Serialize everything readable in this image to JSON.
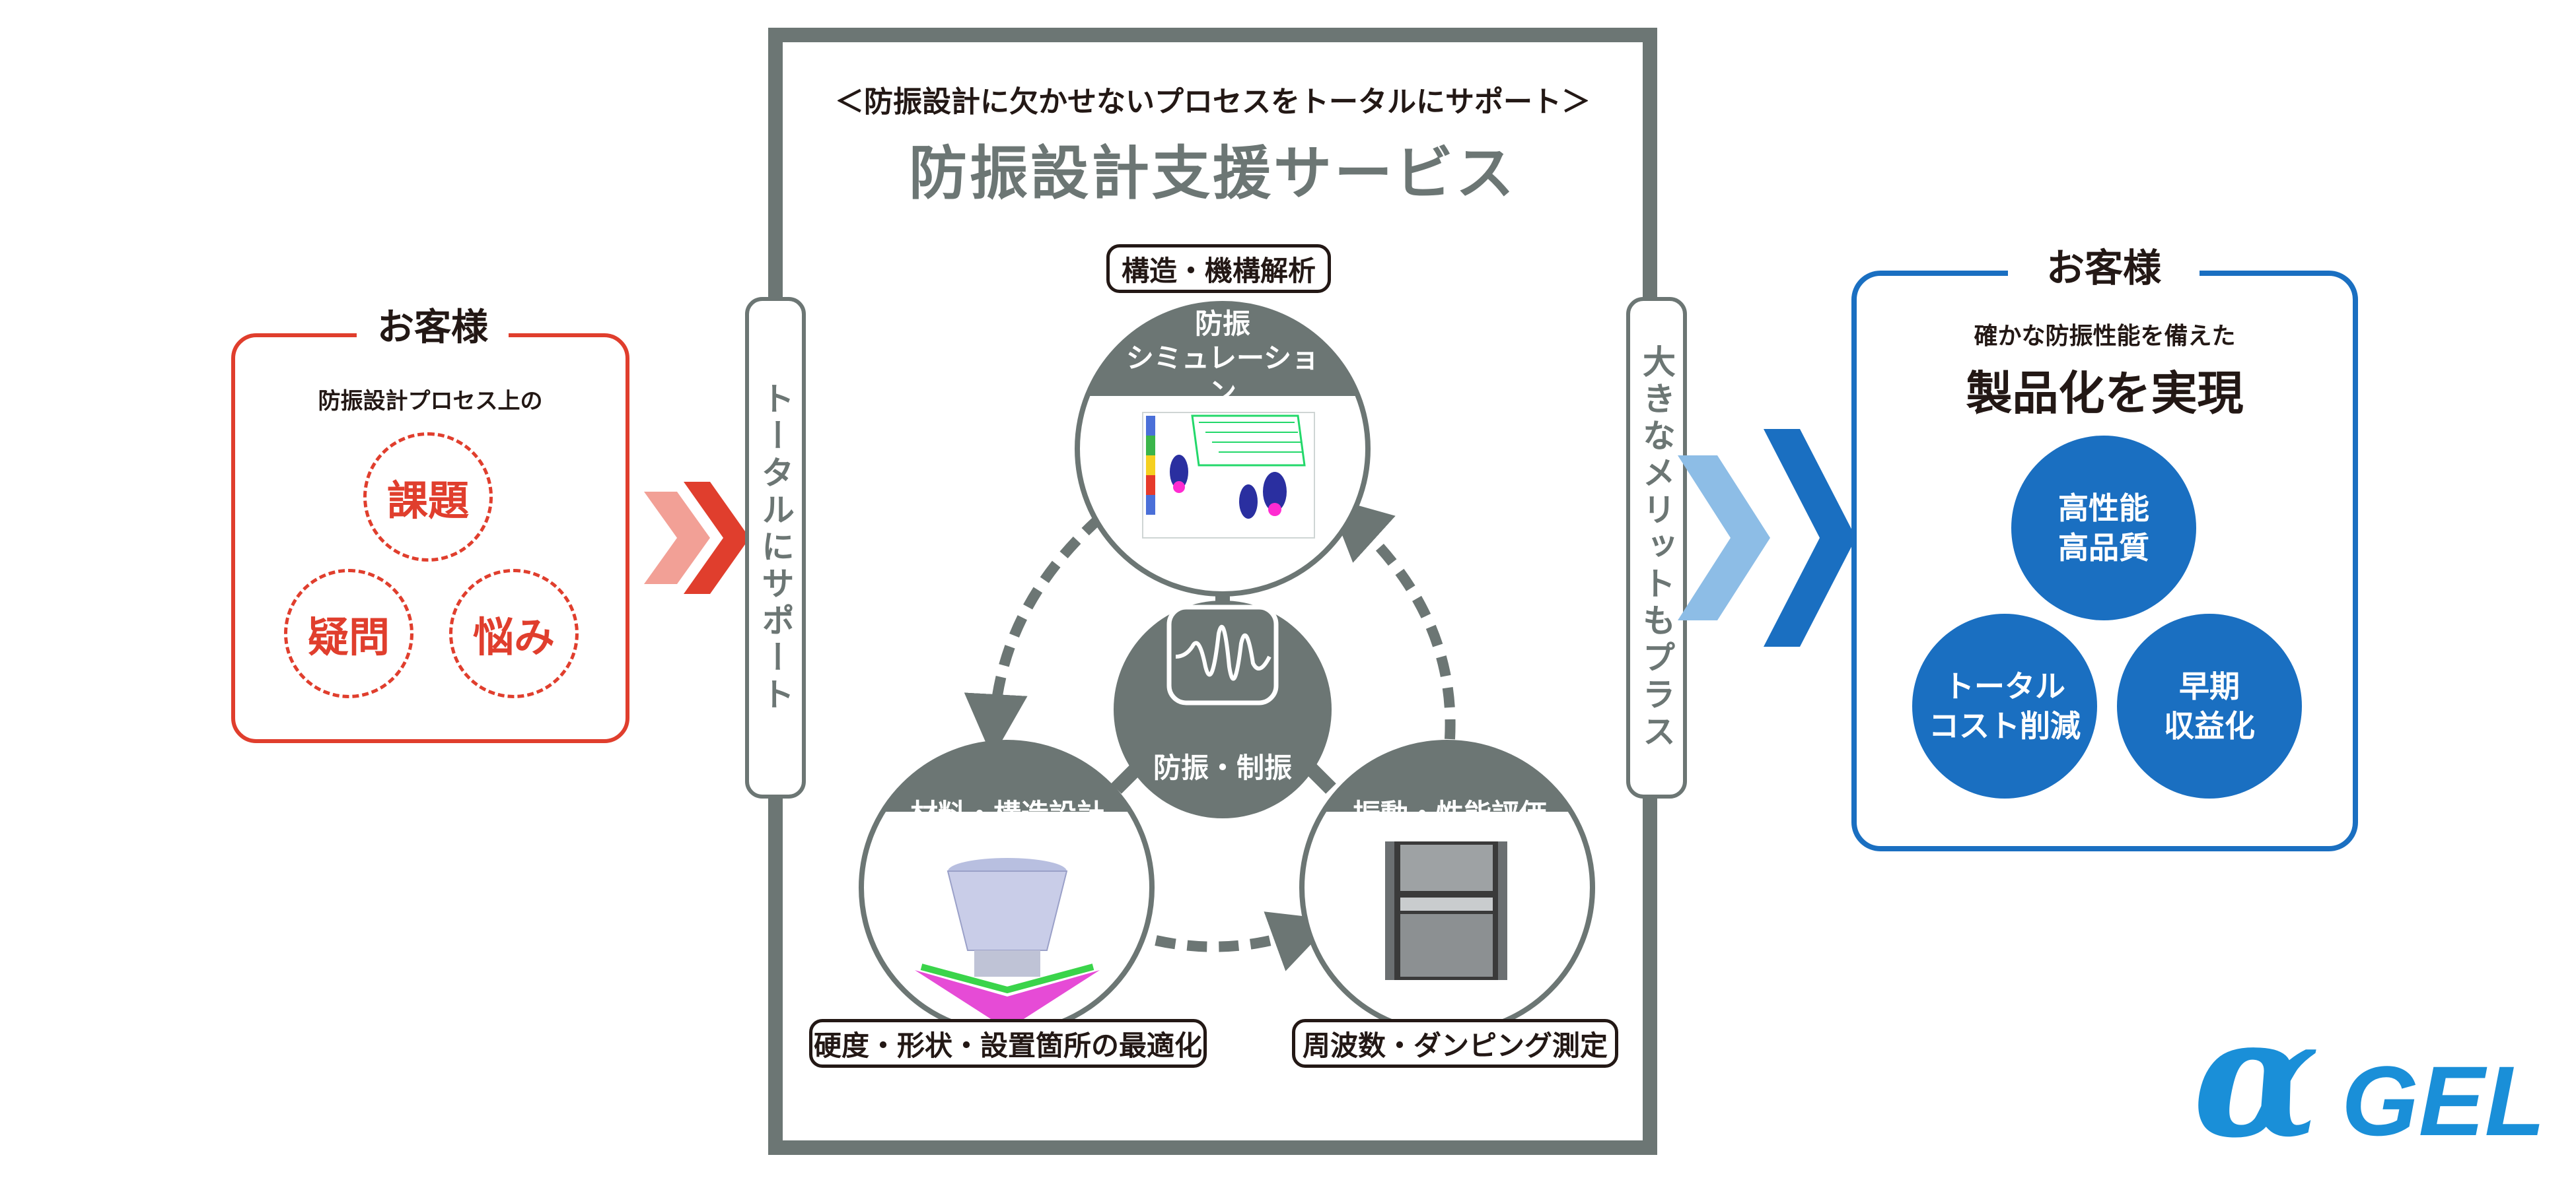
{
  "left": {
    "title": "お客様",
    "subtitle": "防振設計プロセス上の",
    "circles": [
      "課題",
      "疑問",
      "悩み"
    ]
  },
  "left_pill": "トータルにサポート",
  "center": {
    "subtitle": "＜防振設計に欠かせないプロセスをトータルにサポート＞",
    "title": "防振設計支援サービス",
    "top_label": "構造・機構解析",
    "sim_header_line1": "防振",
    "sim_header_line2": "シミュレーション",
    "core_label": "防振・制振",
    "material_header": "材料・構造設計",
    "eval_header": "振動・性能評価",
    "bottom_left_label": "硬度・形状・設置箇所の最適化",
    "bottom_right_label": "周波数・ダンピング測定"
  },
  "right_pill": "大きなメリットもプラス",
  "right": {
    "title": "お客様",
    "subtitle": "確かな防振性能を備えた",
    "headline": "製品化を実現",
    "circles": [
      {
        "line1": "高性能",
        "line2": "高品質"
      },
      {
        "line1": "トータル",
        "line2": "コスト削減"
      },
      {
        "line1": "早期",
        "line2": "収益化"
      }
    ]
  },
  "logo": {
    "text": "GEL",
    "symbol": "α"
  },
  "colors": {
    "red": "#e03e2d",
    "red_light": "#f2a096",
    "gray": "#6c7674",
    "blue": "#1a6fc1",
    "blue_light": "#8dbde6"
  },
  "icons": [
    "waveform-icon",
    "chevron-arrow-icon",
    "cycle-arrow-icon"
  ]
}
